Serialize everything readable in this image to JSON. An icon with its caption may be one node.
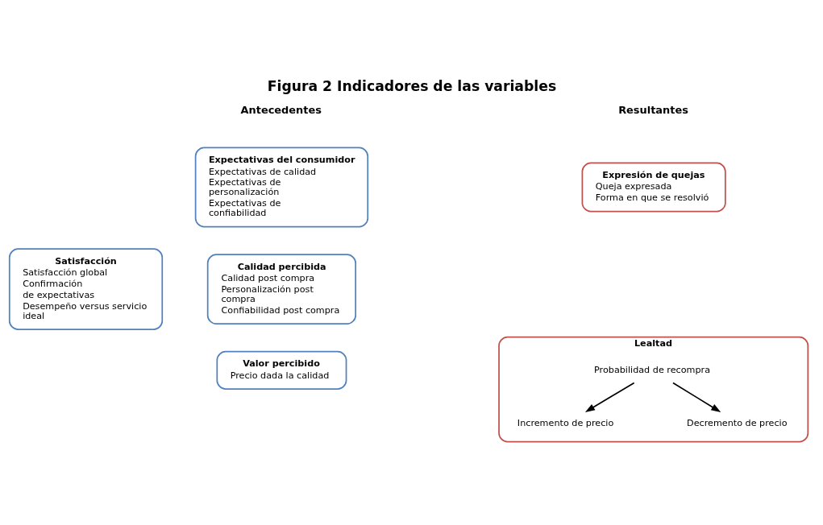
{
  "diagram": {
    "title": "Figura 2 Indicadores de las variables",
    "nodes": [
      {
        "text": [
          "Expectativas del consumidor",
          "Expectativas de calidad",
          "Expectativas de personalización",
          "Expectativas de confiabilidad"
        ]
      },
      {
        "text": [
          "Calidad percibida",
          "Calidad post compra",
          "Personalización post compra",
          "Confiabilidad post compra"
        ]
      },
      {
        "text": [
          "Valor percibido",
          "Precio dada la calidad"
        ]
      },
      {
        "text": [
          "Satisfacción",
          "Satisfacción global",
          "Confirmación",
          "de expectativas",
          "Desempeño versus servicio ideal"
        ]
      },
      {
        "text": [
          "Expresión de quejas",
          "Queja expresada",
          "Forma en que se resolvió"
        ]
      },
      {
        "text": [
          "Lealtad"
        ]
      },
      {
        "text": [
          "Probabilidad de recompra"
        ],
        "in": 5
      },
      {
        "text": [
          "Incremento de precio"
        ],
        "in": 5
      },
      {
        "text": [
          "Decremento de precio"
        ],
        "in": 5
      }
    ],
    "edges": [
      {
        "from": 6,
        "to": 7,
        "arrow": "to"
      },
      {
        "from": 6,
        "to": 8,
        "arrow": "to"
      }
    ],
    "labels": [
      "Antecedentes",
      "Resultantes"
    ]
  }
}
